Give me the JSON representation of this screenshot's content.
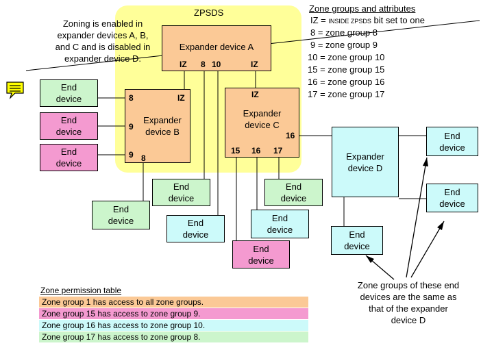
{
  "zpsds": {
    "title": "ZPSDS",
    "note": [
      "Zoning is enabled in",
      "expander devices A, B,",
      "and C and is disabled in",
      "expander device D."
    ]
  },
  "zone_groups": {
    "title": "Zone groups and attributes",
    "iz_prefix": "IZ = ",
    "iz_small": "INSIDE ZPSDS",
    "iz_suffix": " bit set to one",
    "items": [
      "8 = zone group 8",
      "9 = zone group 9",
      "10 = zone group 10",
      "15 = zone group 15",
      "16 = zone group 16",
      "17 = zone group 17"
    ]
  },
  "expanders": {
    "a": "Expander device A",
    "b": "Expander device B",
    "c": "Expander device C",
    "d": "Expander device D"
  },
  "ports": {
    "a_iz_left": "IZ",
    "a_8": "8",
    "a_10": "10",
    "a_iz_right": "IZ",
    "b_8_top": "8",
    "b_iz": "IZ",
    "b_9_a": "9",
    "b_9_b": "9",
    "b_8_bottom": "8",
    "c_iz": "IZ",
    "c_16": "16",
    "c_15": "15",
    "c_16_bottom": "16",
    "c_17": "17"
  },
  "end_device_label": "End device",
  "permission_table": {
    "title": "Zone permission table",
    "rows": [
      {
        "text": "Zone group 1 has access to all zone groups.",
        "color": "#fbc996"
      },
      {
        "text": "Zone group 15 has access to zone group 9.",
        "color": "#f49ad0"
      },
      {
        "text": "Zone group 16 has access to zone group 10.",
        "color": "#ccfafa"
      },
      {
        "text": "Zone group 17 has access to zone group 8.",
        "color": "#ccf5cc"
      }
    ]
  },
  "callout": [
    "Zone groups of these end",
    "devices are the same as",
    "that of the expander",
    "device D"
  ],
  "colors": {
    "zpsds_background": "#ffff99",
    "orange": "#fbc996",
    "pink": "#f49ad0",
    "green": "#ccf5cc",
    "cyan": "#ccfafa",
    "note_icon": "#ffff00"
  },
  "icons": {
    "note": "note-icon"
  }
}
